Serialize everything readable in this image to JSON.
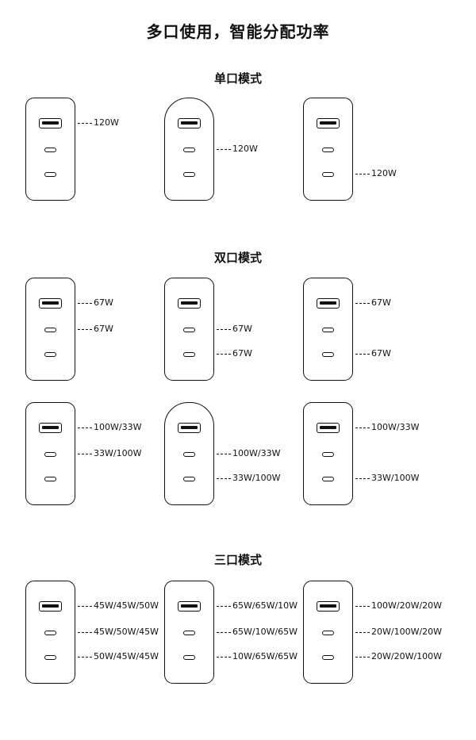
{
  "title": "多口使用，智能分配功率",
  "sections": {
    "single": {
      "title": "单口模式"
    },
    "dual": {
      "title": "双口模式"
    },
    "triple": {
      "title": "三口模式"
    }
  },
  "rows": {
    "single": [
      {
        "labels": [
          "120W"
        ]
      },
      {
        "labels": [
          "120W"
        ]
      },
      {
        "labels": [
          "120W"
        ]
      }
    ],
    "dual_a": [
      {
        "labels": [
          "67W",
          "67W"
        ]
      },
      {
        "labels": [
          "67W",
          "67W"
        ]
      },
      {
        "labels": [
          "67W",
          "67W"
        ]
      }
    ],
    "dual_b": [
      {
        "labels": [
          "100W/33W",
          "33W/100W"
        ]
      },
      {
        "labels": [
          "100W/33W",
          "33W/100W"
        ]
      },
      {
        "labels": [
          "100W/33W",
          "33W/100W"
        ]
      }
    ],
    "triple": [
      {
        "labels": [
          "45W/45W/50W",
          "45W/50W/45W",
          "50W/45W/45W"
        ]
      },
      {
        "labels": [
          "65W/65W/10W",
          "65W/10W/65W",
          "10W/65W/65W"
        ]
      },
      {
        "labels": [
          "100W/20W/20W",
          "20W/100W/20W",
          "20W/20W/100W"
        ]
      }
    ]
  }
}
